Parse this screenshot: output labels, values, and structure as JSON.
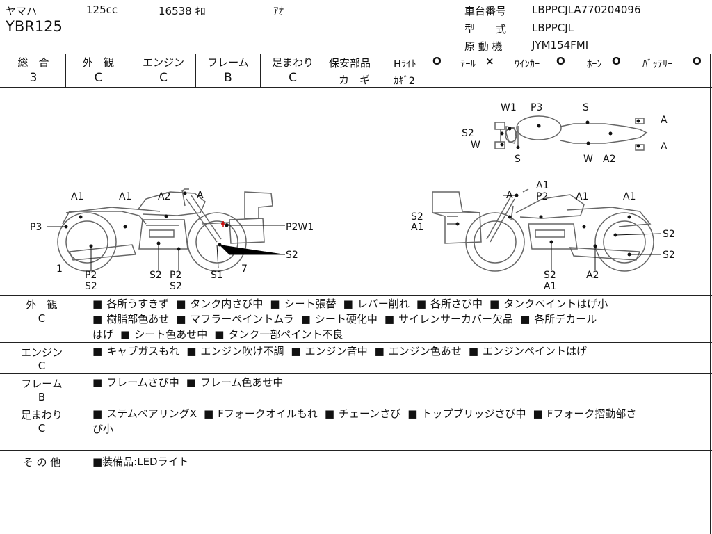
{
  "header": {
    "maker": "ヤマハ",
    "displacement": "125cc",
    "mileage": "16538 ｷﾛ",
    "color": "ｱｵ",
    "model": "YBR125",
    "chassis_label": "車台番号",
    "chassis_value": "LBPPCJLA770204096",
    "type_label": "型　　式",
    "type_value": "LBPPCJL",
    "engine_label": "原 動 機",
    "engine_value": "JYM154FMI"
  },
  "grades": {
    "headers": [
      "総　合",
      "外　観",
      "エンジン",
      "フレーム",
      "足まわり"
    ],
    "values": [
      "3",
      "C",
      "C",
      "B",
      "C"
    ]
  },
  "safety": {
    "title": "保安部品",
    "items": [
      {
        "label": "Hﾗｲﾄ",
        "mark": "O"
      },
      {
        "label": "ﾃｰﾙ",
        "mark": "×"
      },
      {
        "label": "ｳｲﾝｶｰ",
        "mark": "O"
      },
      {
        "label": "ﾎｰﾝ",
        "mark": "O"
      },
      {
        "label": "ﾊﾞｯﾃﾘｰ",
        "mark": "O"
      }
    ],
    "key_label": "カ　ギ",
    "key_value": "ｶｷﾞ2"
  },
  "diagram_labels": {
    "top": [
      "W1",
      "P3",
      "S",
      "A",
      "S2",
      "W",
      "S",
      "W",
      "A2",
      "A"
    ],
    "left": [
      "A1",
      "A1",
      "A2",
      "A",
      "P3",
      "P2W1",
      "S2",
      "1",
      "P2",
      "S2",
      "S2",
      "P2",
      "S2",
      "S1",
      "7"
    ],
    "right": [
      "A",
      "A1",
      "P2",
      "A1",
      "A1",
      "S2",
      "A1",
      "S2",
      "S2",
      "S2",
      "A1",
      "A2"
    ]
  },
  "remarks": [
    {
      "category": "外　観",
      "grade": "C",
      "line1": [
        "各所うすきず",
        "タンク内さび中",
        "シート張替",
        "レバー削れ",
        "各所さび中",
        "タンクペイントはげ小"
      ],
      "line2": [
        "樹脂部色あせ",
        "マフラーペイントムラ",
        "シート硬化中",
        "サイレンサーカバー欠品",
        "各所デカール"
      ],
      "line3_prefix": "はげ",
      "line3": [
        "シート色あせ中",
        "タンク一部ペイント不良"
      ]
    },
    {
      "category": "エンジン",
      "grade": "C",
      "line1": [
        "キャブガスもれ",
        "エンジン吹け不調",
        "エンジン音中",
        "エンジン色あせ",
        "エンジンペイントはげ"
      ]
    },
    {
      "category": "フレーム",
      "grade": "B",
      "line1": [
        "フレームさび中",
        "フレーム色あせ中"
      ]
    },
    {
      "category": "足まわり",
      "grade": "C",
      "line1": [
        "ステムベアリングX",
        "Fフォークオイルもれ",
        "チェーンさび",
        "トップブリッジさび中",
        "Fフォーク摺動部さ"
      ],
      "line2_text": "び小"
    },
    {
      "category": "そ の 他",
      "note": "■装備品:LEDライト"
    }
  ],
  "colors": {
    "line": "#222222",
    "drawing": "#666666",
    "accent": "#cc0000"
  }
}
